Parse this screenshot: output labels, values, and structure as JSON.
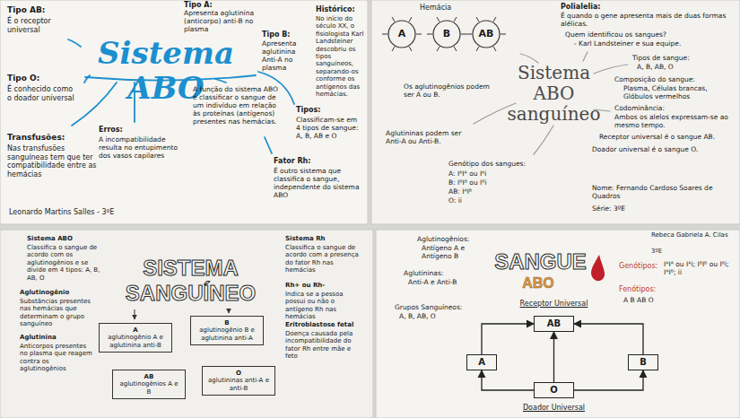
{
  "diagram": {
    "nodes": [
      {
        "text": [
          "A"
        ]
      },
      {
        "text": [
          "B"
        ]
      },
      {
        "text": [
          "AB"
        ]
      },
      {
        "text": [
          "A",
          "aglutinogênio A e aglutinina anti-B"
        ]
      },
      {
        "text": [
          "B",
          "aglutinogênio B e aglutinina anti-A"
        ]
      },
      {
        "text": [
          "AB",
          "aglutinogênios A e B"
        ]
      },
      {
        "text": [
          "O",
          "aglutininas anti-A e anti-B"
        ]
      },
      {
        "text": [
          "AB"
        ]
      },
      {
        "text": [
          "A"
        ]
      },
      {
        "text": [
          "B"
        ]
      },
      {
        "text": [
          "O"
        ]
      }
    ],
    "edges": [
      {
        "from": 8,
        "to": 7,
        "arrow": "to"
      },
      {
        "from": 9,
        "to": 7,
        "arrow": "to"
      },
      {
        "from": 10,
        "to": 8,
        "arrow": "to"
      },
      {
        "from": 10,
        "to": 9,
        "arrow": "to"
      },
      {
        "from": 10,
        "to": 7,
        "arrow": "to"
      }
    ],
    "labels": [
      "Sistema ABO",
      "Tipo AB:",
      "É o receptor universal",
      "Tipo O:",
      "É conhecido como o doador universal",
      "Transfusões:",
      "Nas transfusões sanguíneas tem que ter compatibilidade entre as hemácias",
      "Tipo A:",
      "Apresenta aglutinina (anticorpo) anti-B no plasma",
      "Tipo B:",
      "Apresenta aglutinina Anti-A no plasma",
      "Histórico:",
      "No início do século XX, o fisiologista Karl Landsteiner descobriu os tipos sanguíneos, separando-os conforme os antígenos das hemácias.",
      "A função do sistema ABO é classificar o sangue de um indivíduo em relação às proteínas (antígenos) presentes nas hemácias.",
      "Erros:",
      "A incompatibilidade resulta no entupimento dos vasos capilares",
      "Tipos:",
      "Classificam-se em 4 tipos de sangue: A, B, AB e O",
      "Fator Rh:",
      "É outro sistema que classifica o sangue, independente do sistema ABO",
      "Leonardo Martins Salles - 3ºE",
      "Hemácia",
      "Polialelia:",
      "É quando o gene apresenta mais de duas formas alélicas.",
      "Quem identificou os sangues?",
      "- Karl Landsteiner e sua equipe.",
      "Tipos de sangue:",
      "A, B, AB, O",
      "Sistema ABO sanguíneo",
      "Composição do sangue:",
      "Plasma, Células brancas, Glóbulos vermelhos",
      "Codominância:",
      "Ambos os alelos expressam-se ao mesmo tempo.",
      "Receptor universal é o sangue AB.",
      "Doador universal é o sangue O.",
      "Os aglutinogênios podem ser A ou B.",
      "Aglutininas podem ser Anti-A ou Anti-B.",
      "Genótipo dos sangues:",
      "A: IᴬIᴬ ou Iᴬi",
      "B: IᴮIᴮ ou Iᴮi",
      "AB: IᴬIᴮ",
      "O: ii",
      "Nome: Fernando Cardoso Soares de Quadros",
      "Série: 3ºE",
      "SISTEMA SANGUÍNEO",
      "Sistema ABO",
      "Classifica o sangue de acordo com os aglutinogênios e se divide em 4 tipos: A, B, AB, O",
      "Aglutinogênio",
      "Substâncias presentes nas hemácias que determinam o grupo sanguíneo",
      "Aglutinina",
      "Anticorpos presentes no plasma que reagem contra os aglutinogênios",
      "Sistema Rh",
      "Classifica o sangue de acordo com a presença do fator Rh nas hemácias",
      "Rh+ ou Rh-",
      "Indica se a pessoa possui ou não o antígeno Rh nas hemácias",
      "Eritroblastose fetal",
      "Doença causada pela incompatibilidade do fator Rh entre mãe e feto",
      "Aglutinogênios:",
      "Antígeno A e Antígeno B",
      "Aglutininas:",
      "Anti-A e Anti-B",
      "Grupos Sanguíneos:",
      "A, B, AB, O",
      "SANGUE",
      "ABO",
      "Receptor Universal",
      "Doador Universal",
      "Rebeca Gabriela A. Cilas",
      "3ºE",
      "Genótipos:",
      "IᴬIᴬ ou Iᴬi; IᴮIᴮ ou Iᴮi; IᴬIᴮ; ii",
      "Fenótipos:",
      "A B AB O"
    ]
  }
}
